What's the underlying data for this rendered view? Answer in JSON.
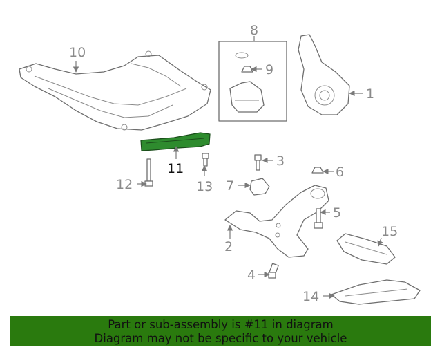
{
  "callouts": {
    "c1": "1",
    "c2": "2",
    "c3": "3",
    "c4": "4",
    "c5": "5",
    "c6": "6",
    "c7": "7",
    "c8": "8",
    "c9": "9",
    "c10": "10",
    "c11": "11",
    "c12": "12",
    "c13": "13",
    "c14": "14",
    "c15": "15"
  },
  "highlight": {
    "part_number": "11",
    "color": "#2e8b2e"
  },
  "banner": {
    "line1": "Part or sub-assembly is #11 in diagram",
    "line2": "Diagram may not be specific to your vehicle",
    "background": "#2a7a0e"
  }
}
